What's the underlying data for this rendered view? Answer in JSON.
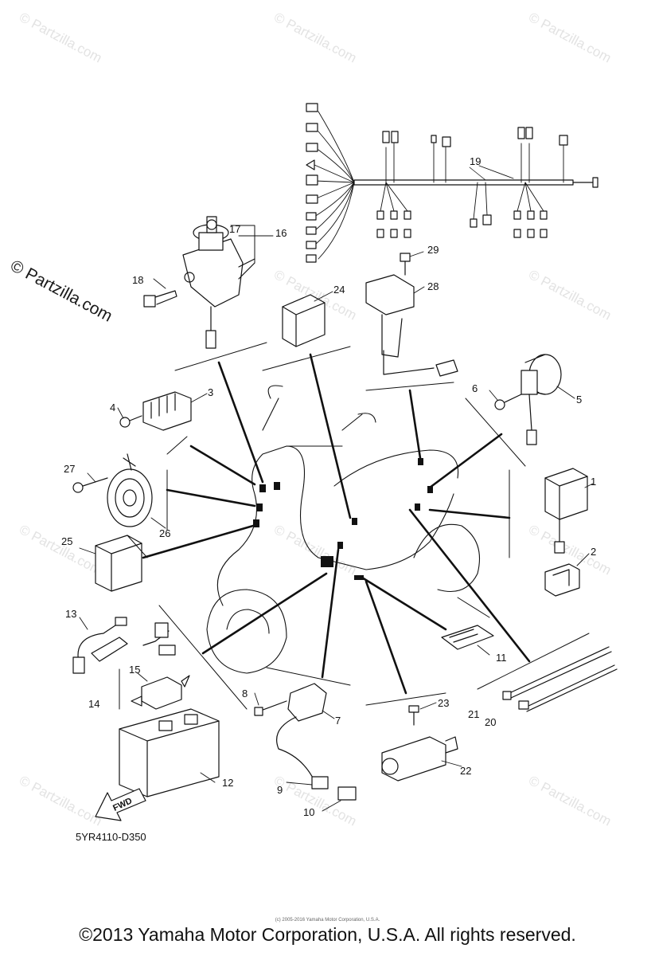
{
  "watermark": "© Partzilla.com",
  "brand_watermark": "© Partzilla.com",
  "drawing_code": "5YR4110-D350",
  "direction_label": "FWD",
  "copyright": "©2013 Yamaha Motor Corporation, U.S.A. All rights reserved.",
  "fine_print": "(c) 2005-2016 Yamaha Motor Corporation, U.S.A.",
  "callouts": {
    "p1": "1",
    "p2": "2",
    "p3": "3",
    "p4": "4",
    "p5": "5",
    "p6": "6",
    "p7": "7",
    "p8": "8",
    "p9": "9",
    "p10": "10",
    "p11": "11",
    "p12": "12",
    "p13": "13",
    "p14": "14",
    "p15": "15",
    "p16": "16",
    "p17": "17",
    "p18": "18",
    "p19": "19",
    "p20": "20",
    "p21": "21",
    "p22": "22",
    "p23": "23",
    "p24": "24",
    "p25": "25",
    "p26": "26",
    "p27": "27",
    "p28": "28",
    "p29": "29"
  }
}
